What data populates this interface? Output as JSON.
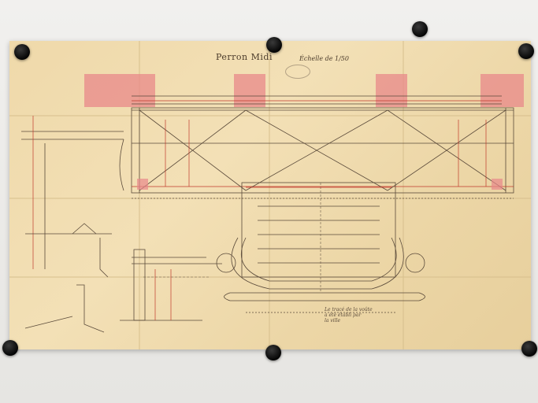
{
  "drawing": {
    "title": "Perron Midi",
    "scale": "Échelle de 1/50",
    "note_lines": [
      "Le tracé de la voûte",
      "a été établi par",
      "la ville"
    ]
  },
  "colors": {
    "paper": "#efd9aa",
    "ink": "#5a4a3a",
    "red_ink": "#c0392b",
    "pink_pier": "#e8888a",
    "magnet": "#050505"
  }
}
